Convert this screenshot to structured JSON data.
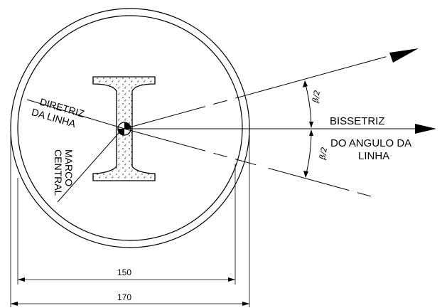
{
  "labels": {
    "diretriz_line1": "DIRETRIZ",
    "diretriz_line2": "DA LINHA",
    "marco_line1": "MARCO",
    "marco_line2": "CENTRAL",
    "bissetriz_line1": "BISSETRIZ",
    "bissetriz_line2": "DO ANGULO DA",
    "bissetriz_line3": "LINHA",
    "beta_half_upper": "β/2",
    "beta_half_lower": "β/2"
  },
  "dimensions": {
    "inner_diameter": "150",
    "outer_diameter": "170"
  }
}
